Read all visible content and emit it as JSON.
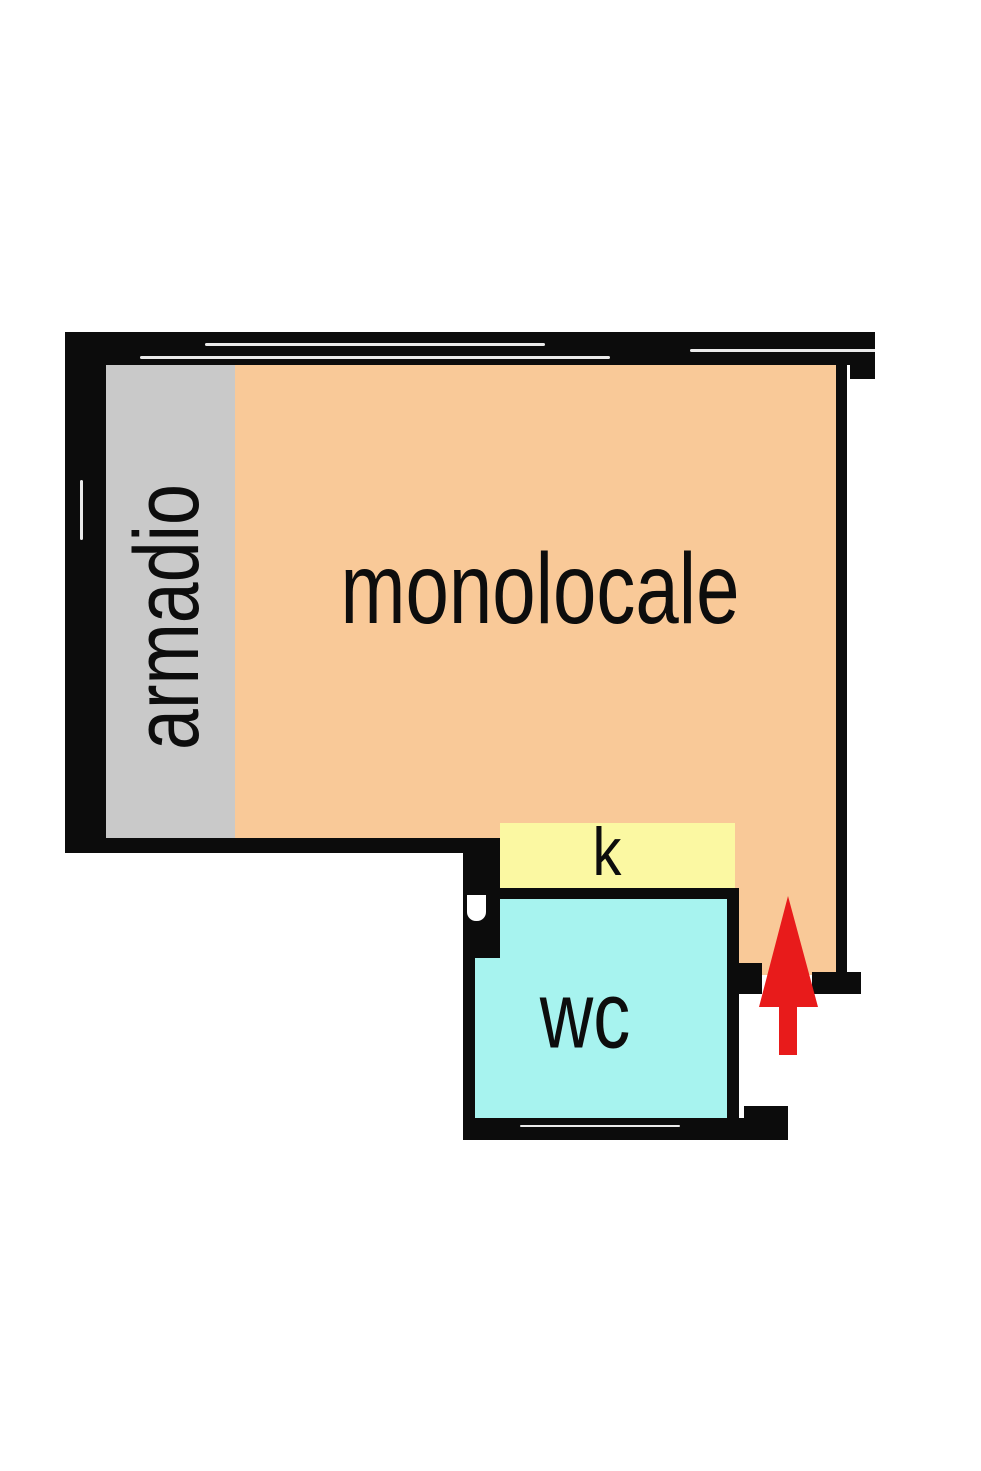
{
  "document": {
    "type": "floor-plan",
    "background_color": "#ffffff",
    "wall_color": "#0c0c0c",
    "text_color": "#0d0d0d"
  },
  "rooms": {
    "monolocale": {
      "label": "monolocale",
      "floor_color": "#f9c998"
    },
    "armadio": {
      "label": "armadio",
      "floor_color": "#c9c9c9"
    },
    "kitchen": {
      "label": "k",
      "floor_color": "#fbf8a2"
    },
    "wc": {
      "label": "wc",
      "floor_color": "#a7f3ef"
    }
  },
  "entrance": {
    "arrow_color": "#e81b1b",
    "direction": "up"
  }
}
